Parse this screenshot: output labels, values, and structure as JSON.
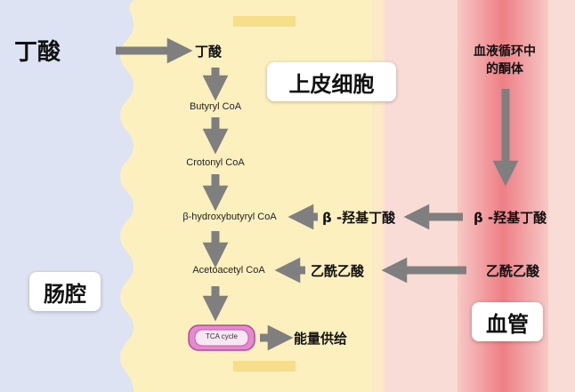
{
  "regions": {
    "lumen": "肠腔",
    "epithelium": "上皮细胞",
    "blood": "血管",
    "ketones_in_blood": "血液循环中\n的酮体"
  },
  "inputs": {
    "butyrate_outside": "丁酸",
    "butyrate_inside": "丁酸"
  },
  "pathway": {
    "step1": "Butyryl CoA",
    "step2": "Crotonyl CoA",
    "step3": "β-hydroxybutyryl CoA",
    "step4": "Acetoacetyl CoA",
    "tca": "TCA cycle",
    "energy": "能量供给"
  },
  "ketones": {
    "bhb_mid": "β -羟基丁酸",
    "bhb_blood": "β -羟基丁酸",
    "aca_mid": "乙酰乙酸",
    "aca_blood": "乙酰乙酸"
  },
  "colors": {
    "lumen": "#dde3f2",
    "cell": "#fdf0bf",
    "blood_light": "#f9dcd6",
    "blood_band": "#f07f86",
    "arrow": "#7f7f7f",
    "tca": "#e58ad0"
  }
}
